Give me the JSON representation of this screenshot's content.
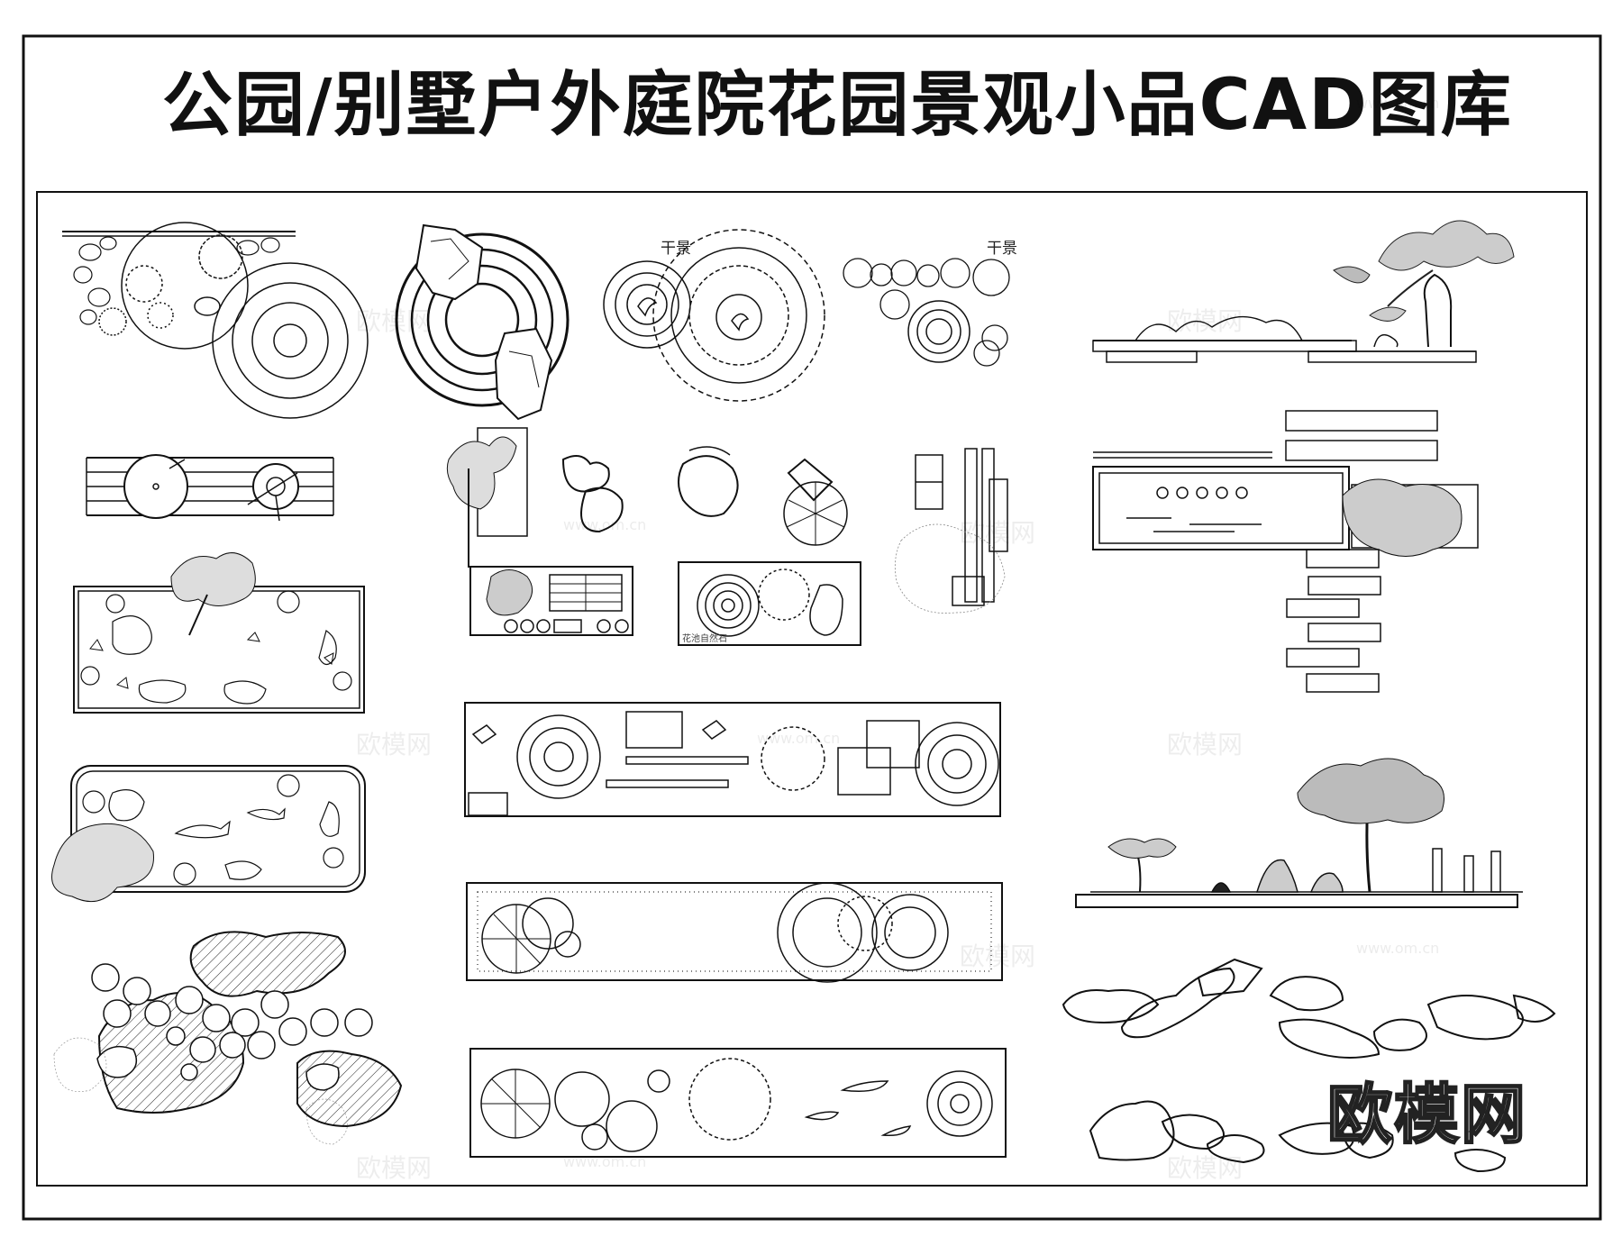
{
  "title": "公园/别墅户外庭院花园景观小品CAD图库",
  "labels": {
    "dry_scape_1": "干景",
    "dry_scape_2": "干景",
    "flower_bed_note": "花池自然石"
  },
  "watermarks": {
    "brand_logo": "欧模网",
    "faint_text": "欧模网",
    "faint_url": "www.om.cn"
  }
}
